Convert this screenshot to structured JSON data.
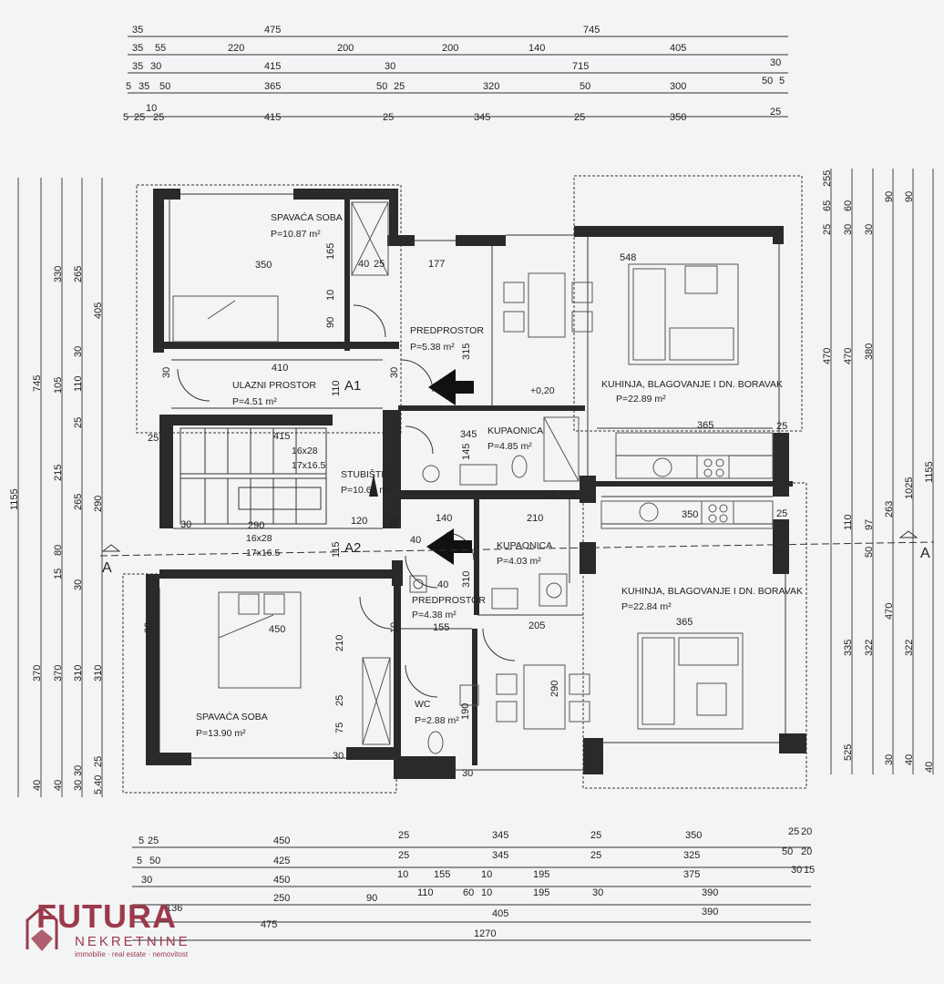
{
  "rooms": {
    "spavaca_top": {
      "name": "SPAVAĆA SOBA",
      "area": "P=10.87 m²"
    },
    "ulazni": {
      "name": "ULAZNI PROSTOR",
      "area": "P=4.51 m²"
    },
    "predprostor_top": {
      "name": "PREDPROSTOR",
      "area": "P=5.38 m²"
    },
    "kuhinja_top": {
      "name": "KUHINJA, BLAGOVANJE I DN. BORAVAK",
      "area": "P=22.89 m²"
    },
    "kupaonica_top": {
      "name": "KUPAONICA",
      "area": "P=4.85 m²"
    },
    "stubiste": {
      "name": "STUBIŠTE",
      "area": "P=10.63 m²"
    },
    "kupaonica_bottom": {
      "name": "KUPAONICA",
      "area": "P=4.03 m²"
    },
    "predprostor_bottom": {
      "name": "PREDPROSTOR",
      "area": "P=4.38 m²"
    },
    "kuhinja_bottom": {
      "name": "KUHINJA, BLAGOVANJE I DN. BORAVAK",
      "area": "P=22.84 m²"
    },
    "wc": {
      "name": "WC",
      "area": "P=2.88 m²"
    },
    "spavaca_bottom": {
      "name": "SPAVAĆA SOBA",
      "area": "P=13.90 m²"
    }
  },
  "markers": {
    "a1": "A1",
    "a2": "A2",
    "section": "A",
    "level": "+0,20",
    "stair_top_1": "16x28",
    "stair_top_2": "17x16.5",
    "stair_bot_1": "16x28",
    "stair_bot_2": "17x16.5"
  },
  "dims_top": [
    [
      "35",
      "475",
      "745"
    ],
    [
      "35",
      "55",
      "220",
      "200",
      "200",
      "140",
      "405"
    ],
    [
      "35",
      "30",
      "415",
      "30",
      "715",
      "30"
    ],
    [
      "5",
      "35",
      "50",
      "365",
      "50",
      "25",
      "320",
      "50",
      "300",
      "50",
      "5"
    ],
    [
      "5",
      "25",
      "10",
      "25",
      "415",
      "25",
      "345",
      "25",
      "350",
      "25"
    ]
  ],
  "dims_bottom": [
    [
      "5",
      "25",
      "450",
      "25",
      "345",
      "25",
      "350",
      "25",
      "20"
    ],
    [
      "5",
      "50",
      "425",
      "25",
      "345",
      "25",
      "325",
      "50",
      "20"
    ],
    [
      "30",
      "450",
      "10",
      "155",
      "10",
      "195",
      "375",
      "30",
      "15"
    ],
    [
      "136",
      "250",
      "90",
      "110",
      "60",
      "10",
      "195",
      "30",
      "390"
    ],
    [
      "475",
      "405",
      "390"
    ],
    [
      "1270"
    ]
  ],
  "dims_left": [
    "745",
    "1155",
    "405",
    "330",
    "265",
    "30",
    "105",
    "110",
    "25",
    "215",
    "265",
    "290",
    "80",
    "15",
    "30",
    "370",
    "370",
    "310",
    "310",
    "25",
    "30",
    "40",
    "40",
    "30",
    "5.40"
  ],
  "dims_right": [
    "255",
    "65",
    "60",
    "90",
    "90",
    "25",
    "30",
    "30",
    "470",
    "470",
    "380",
    "1025",
    "1155",
    "263",
    "110",
    "97",
    "50",
    "335",
    "322",
    "470",
    "322",
    "525",
    "30",
    "40",
    "40"
  ],
  "interior_dims": [
    "350",
    "165",
    "40",
    "25",
    "10",
    "90",
    "177",
    "548",
    "315",
    "410",
    "110",
    "30",
    "25",
    "30",
    "415",
    "145",
    "345",
    "365",
    "25",
    "290",
    "120",
    "115",
    "30",
    "30",
    "40",
    "140",
    "210",
    "25",
    "350",
    "25",
    "450",
    "310",
    "40",
    "155",
    "205",
    "210",
    "25",
    "75",
    "30",
    "190",
    "290",
    "365",
    "30",
    "10",
    "30"
  ],
  "logo": {
    "brand": "FUTURA",
    "sub": "NEKRETNINE",
    "tagline": "immobilie · real estate · nemovitost"
  },
  "colors": {
    "wall": "#2a2a2a",
    "line": "#333333",
    "brand": "#9b3a4c",
    "paper": "#f3f4f6"
  }
}
